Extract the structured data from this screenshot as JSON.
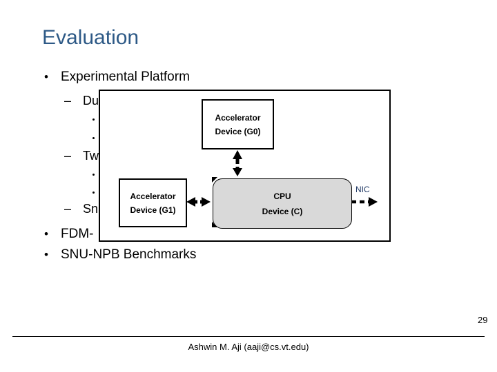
{
  "slide": {
    "title": "Evaluation",
    "page_number": "29",
    "footer_text": "Ashwin M. Aji (aaji@cs.vt.edu)"
  },
  "markers": {
    "bullet": "•",
    "dash": "–"
  },
  "bullets": {
    "experimental": "Experimental Platform",
    "fdm": "FDM-",
    "snu": "SNU-NPB Benchmarks",
    "frag_du": "Du",
    "frag_tw": "Tw",
    "frag_sn": "Sn"
  },
  "diagram": {
    "g0_line1": "Accelerator",
    "g0_line2": "Device (G0)",
    "g1_line1": "Accelerator",
    "g1_line2": "Device (G1)",
    "cpu_line1": "CPU",
    "cpu_line2": "Device (C)",
    "nic": "NIC"
  },
  "colors": {
    "title_blue": "#2d5986",
    "nic_navy": "#1f3864",
    "cpu_fill": "#d9d9d9",
    "box_border": "#000000"
  }
}
